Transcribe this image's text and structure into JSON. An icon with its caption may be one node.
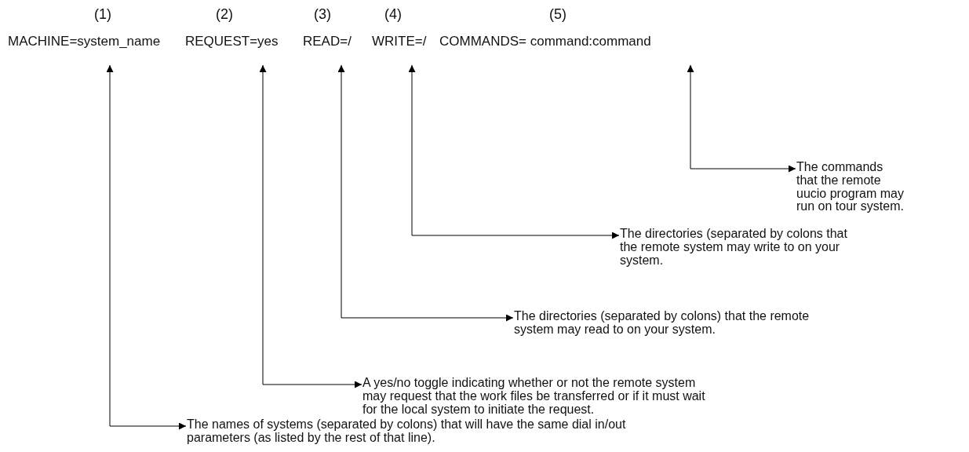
{
  "diagram": {
    "nodes": [
      {
        "text": [
          "MACHINE=system_name"
        ],
        "beside": [
          "(1)"
        ]
      },
      {
        "text": [
          "REQUEST=yes"
        ],
        "beside": [
          "(2)"
        ]
      },
      {
        "text": [
          "READ=/"
        ],
        "beside": [
          "(3)"
        ]
      },
      {
        "text": [
          "WRITE=/"
        ],
        "beside": [
          "(4)"
        ]
      },
      {
        "text": [
          "COMMANDS= command:command"
        ],
        "beside": [
          "(5)"
        ]
      },
      {
        "text": [
          "The commands that the remote uucio program may run on tour system."
        ]
      },
      {
        "text": [
          "The directories (separated by colons that the remote system may write to on your system."
        ]
      },
      {
        "text": [
          "The directories (separated by colons) that the remote system may read to on your system."
        ]
      },
      {
        "text": [
          "A yes/no toggle indicating whether or not the remote system may request that the work files be transferred or if it must wait for the local system to initiate the request."
        ]
      },
      {
        "text": [
          "The names of systems (separated by colons) that will have the same dial in/out parameters (as listed by the rest of that line)."
        ]
      }
    ],
    "edges": [
      {
        "from": 5,
        "to": 4,
        "arrow": "both"
      },
      {
        "from": 6,
        "to": 3,
        "arrow": "both"
      },
      {
        "from": 7,
        "to": 2,
        "arrow": "both"
      },
      {
        "from": 8,
        "to": 1,
        "arrow": "both"
      },
      {
        "from": 9,
        "to": 0,
        "arrow": "both"
      }
    ]
  }
}
